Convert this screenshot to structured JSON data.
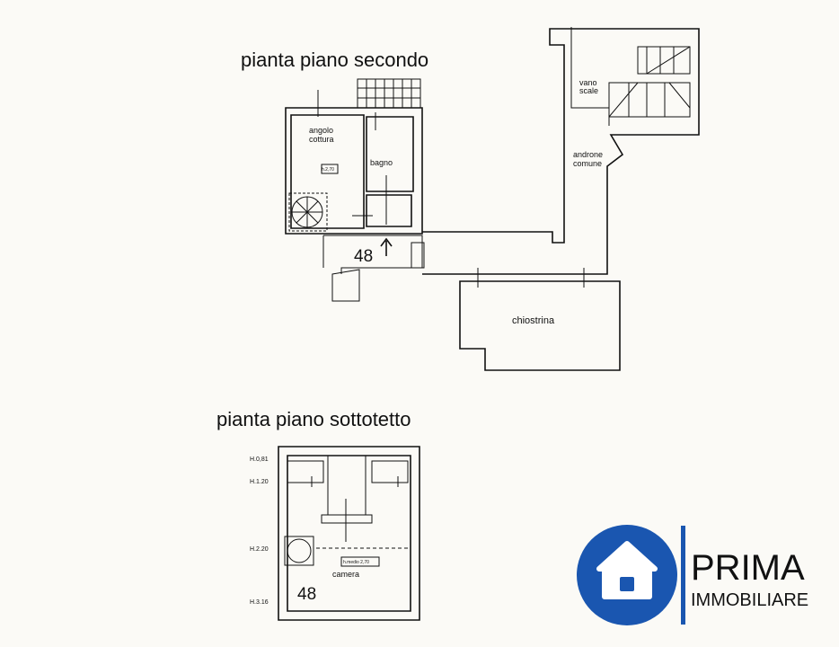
{
  "floor_plans": {
    "second_floor": {
      "title": "pianta piano secondo",
      "rooms": {
        "kitchen": "angolo\ncottura",
        "kitchen_line1": "angolo",
        "kitchen_line2": "cottura",
        "bathroom": "bagno",
        "stairwell_line1": "vano",
        "stairwell_line2": "scale",
        "hall_line1": "androne",
        "hall_line2": "comune",
        "courtyard": "chiostrina"
      },
      "height_tag": "h.2,70",
      "unit_number": "48"
    },
    "attic_floor": {
      "title": "pianta piano sottotetto",
      "heights": [
        "H.0,81",
        "H.1.20",
        "H.2.20",
        "H.3.16"
      ],
      "room": "camera",
      "height_tag": "h.medio 2,70",
      "unit_number": "48"
    }
  },
  "logo": {
    "name": "PRIMA",
    "subtitle": "IMMOBILIARE",
    "brand_color": "#1a56b0"
  }
}
